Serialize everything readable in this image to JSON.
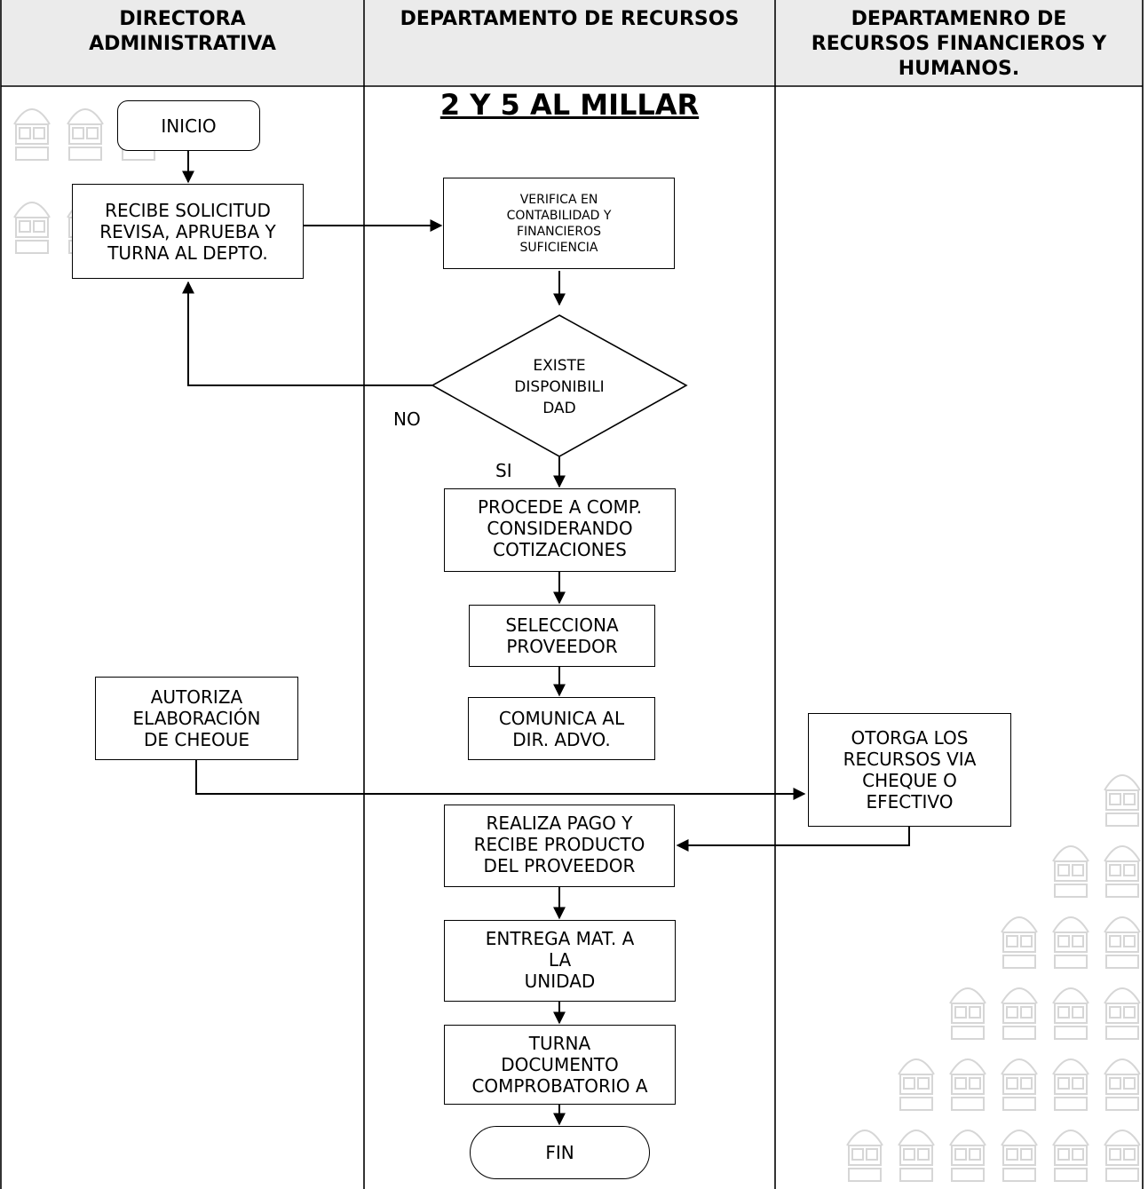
{
  "lanes": [
    {
      "header": "DIRECTORA\nADMINISTRATIVA"
    },
    {
      "header": "DEPARTAMENTO DE RECURSOS"
    },
    {
      "header": "DEPARTAMENRO DE\nRECURSOS FINANCIEROS Y\nHUMANOS."
    }
  ],
  "subtitle": "2 Y 5 AL MILLAR",
  "nodes": {
    "inicio": "INICIO",
    "recibe": "RECIBE SOLICITUD\nREVISA, APRUEBA Y\nTURNA AL DEPTO.",
    "verifica": "VERIFICA EN\nCONTABILIDAD Y\nFINANCIEROS\nSUFICIENCIA",
    "existe": "EXISTE\nDISPONIBILI\nDAD",
    "procede": "PROCEDE A  COMP.\nCONSIDERANDO\nCOTIZACIONES",
    "selecciona": "SELECCIONA\nPROVEEDOR",
    "comunica": "COMUNICA AL\nDIR. ADVO.",
    "autoriza": "AUTORIZA\nELABORACIÓN\nDE CHEOUE",
    "otorga": "OTORGA LOS\nRECURSOS VIA\nCHEQUE O\nEFECTIVO",
    "realiza": "REALIZA PAGO Y\nRECIBE PRODUCTO\nDEL PROVEEDOR",
    "entrega": "ENTREGA MAT. A\nLA\nUNIDAD",
    "turna": "TURNA\nDOCUMENTO\nCOMPROBATORIO A",
    "fin": "FIN"
  },
  "labels": {
    "no": "NO",
    "si": "SI"
  },
  "colors": {
    "header_bg": "#ebebeb",
    "lines": "#000000",
    "watermark": "#d8d8d8"
  }
}
